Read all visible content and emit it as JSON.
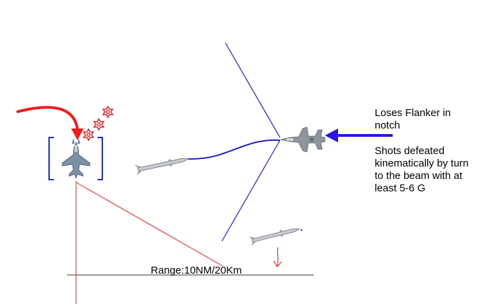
{
  "notes": {
    "flanker_notch": "Loses Flanker in notch",
    "shots_defeated": "Shots defeated kinematically by turn to the beam with at least 5-6 G"
  },
  "range_line": {
    "label": "Range:10NM/20Km"
  },
  "colors": {
    "notch_lines": "#1a1adb",
    "incoming_arrow": "#f21c1c",
    "pointer_arrow": "#2a14e6",
    "range_baseline": "#333333",
    "radar_lines": "#e02020",
    "lock_brackets": "#1f2ad9",
    "explosion_bursts": "#e01818",
    "missile_trail": "#2020c0",
    "small_arrow": "#e03030"
  },
  "icons": {
    "friendly_aircraft": "f15-fighter-icon",
    "enemy_aircraft": "flanker-fighter-icon",
    "missile": "air-to-air-missile-icon",
    "burst": "explosion-burst-icon"
  }
}
